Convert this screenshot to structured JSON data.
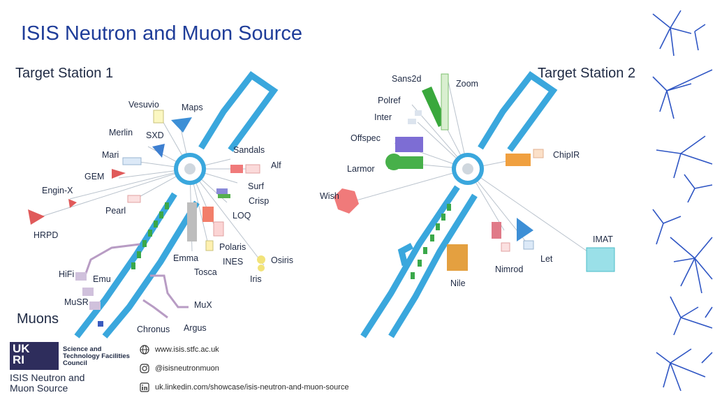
{
  "slide": {
    "title": "ISIS Neutron and Muon Source"
  },
  "target_station_1": {
    "title": "Target Station 1",
    "instruments": [
      "Vesuvio",
      "Maps",
      "Merlin",
      "SXD",
      "Sandals",
      "Mari",
      "Alf",
      "GEM",
      "Surf",
      "Engin-X",
      "Crisp",
      "Pearl",
      "LOQ",
      "HRPD",
      "Polaris",
      "Emma",
      "INES",
      "Osiris",
      "Tosca",
      "Iris"
    ]
  },
  "target_station_2": {
    "title": "Target Station 2",
    "instruments": [
      "Sans2d",
      "Zoom",
      "Polref",
      "Inter",
      "Offspec",
      "ChipIR",
      "Larmor",
      "Wish",
      "IMAT",
      "Let",
      "Nimrod",
      "Nile"
    ]
  },
  "muons": {
    "title": "Muons",
    "instruments": [
      "HiFi",
      "Emu",
      "MuSR",
      "MuX",
      "Chronus",
      "Argus"
    ]
  },
  "footer": {
    "logo_ukri": "UK\nRI",
    "council_name": "Science and Technology Facilities Council",
    "org_name": "ISIS Neutron and Muon Source",
    "website": "www.isis.stfc.ac.uk",
    "instagram": "@isisneutronmuon",
    "linkedin": "uk.linkedin.com/showcase/isis-neutron-and-muon-source"
  },
  "colors": {
    "title": "#1f3d99",
    "beamline": "#3aa7dd",
    "text": "#1f2a44",
    "logo_bg": "#2e2d5c"
  }
}
